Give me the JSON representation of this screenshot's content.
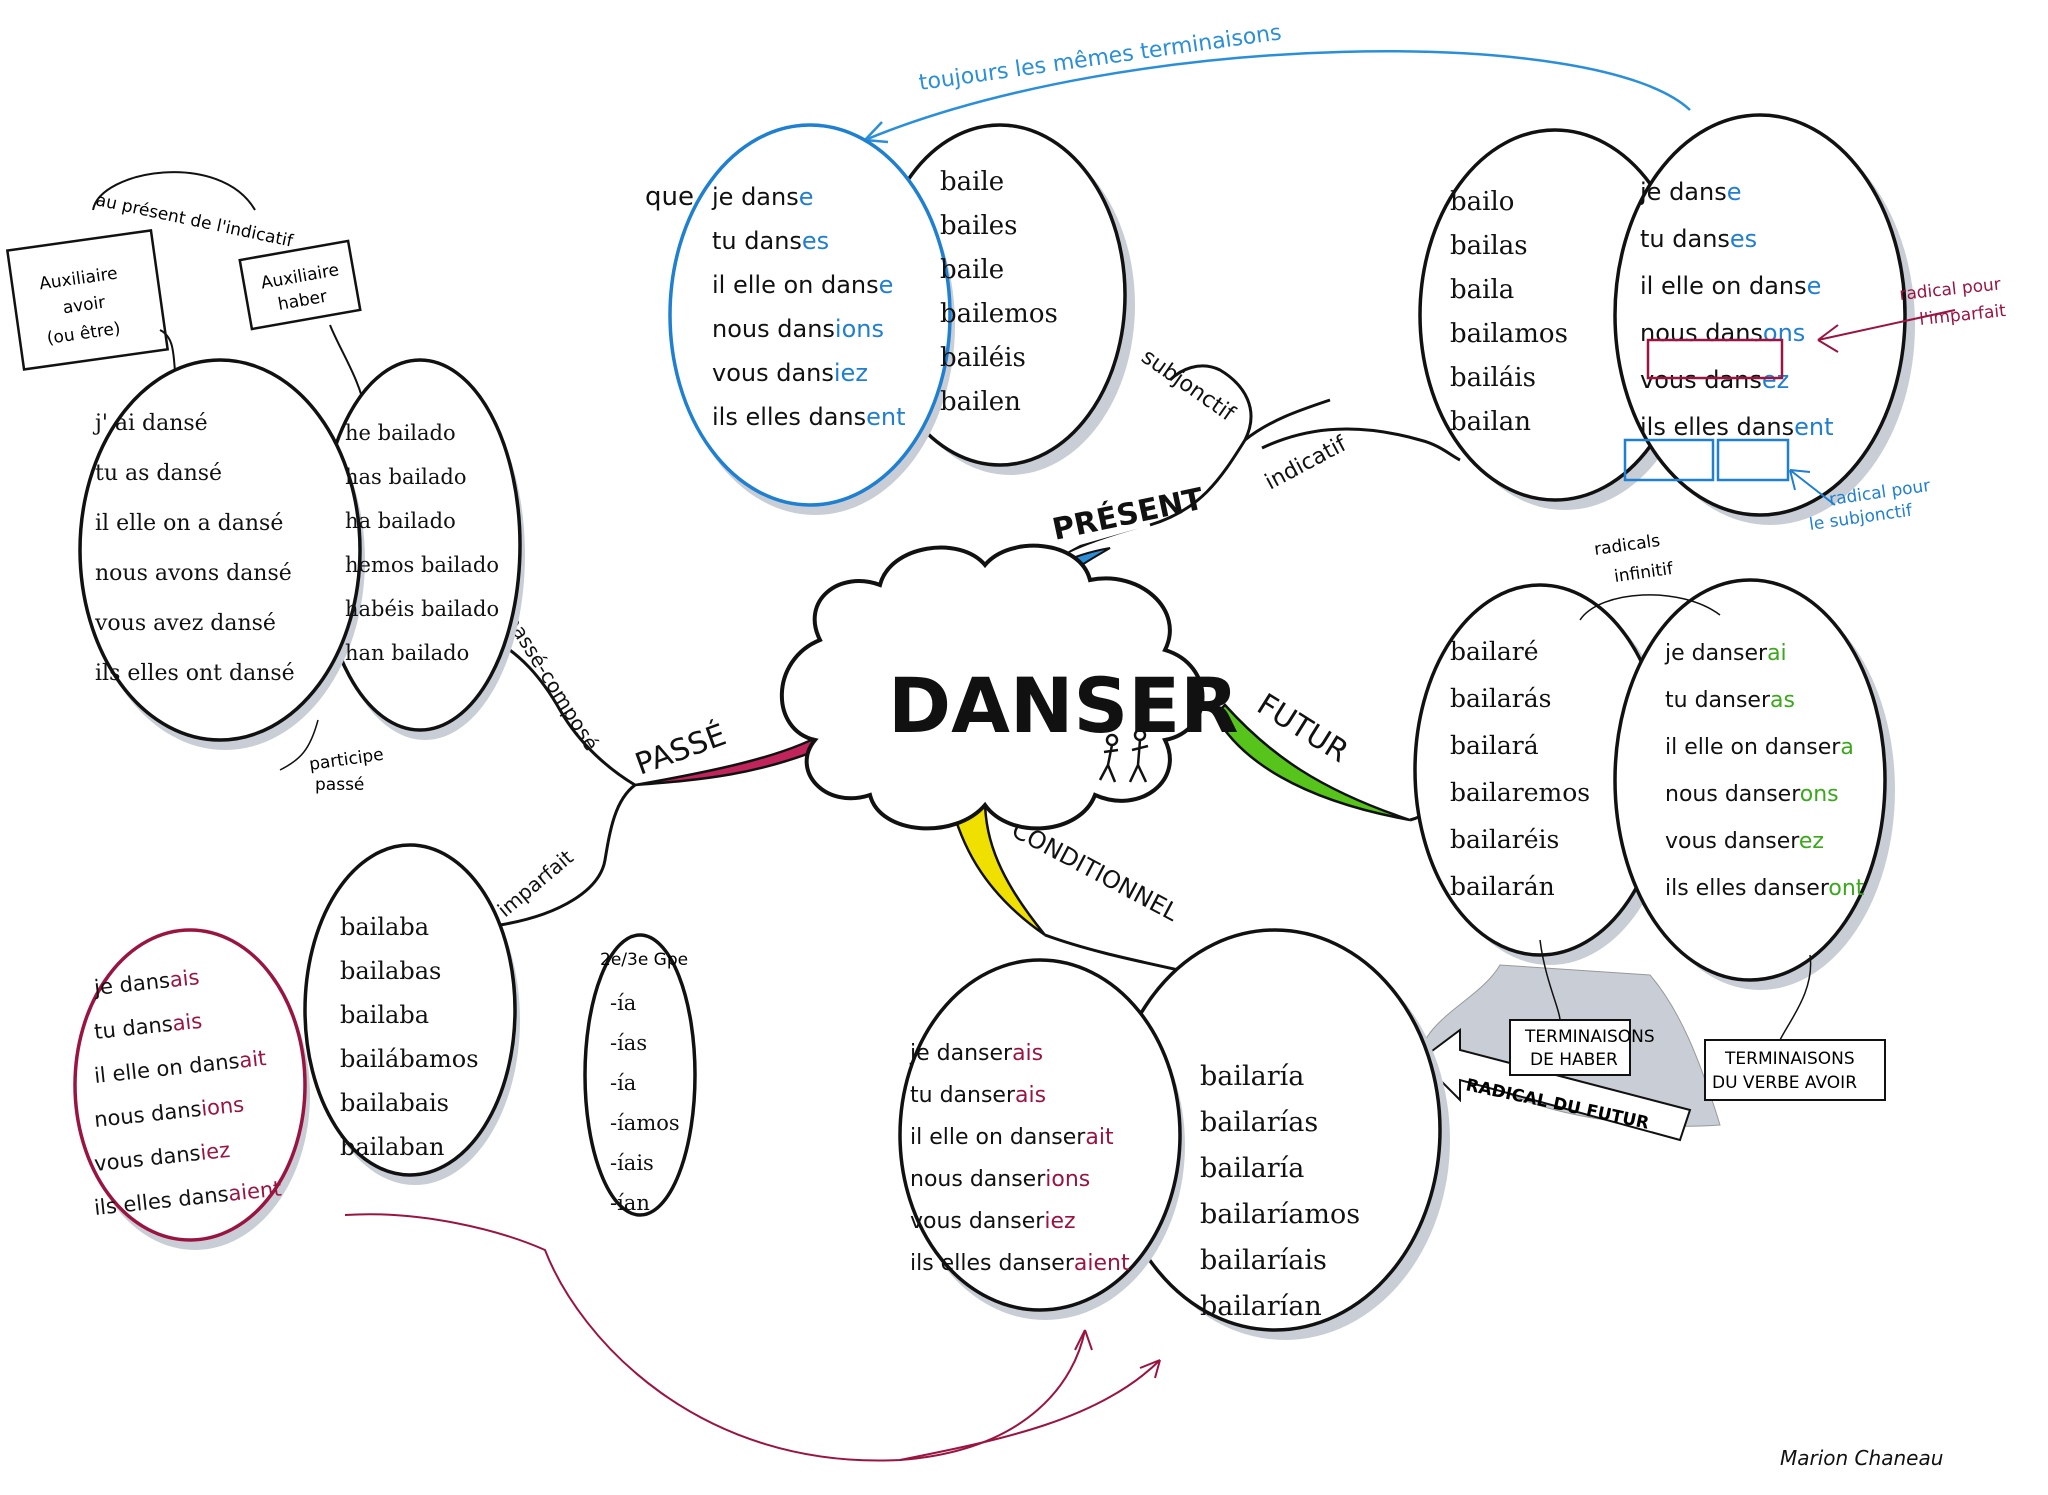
{
  "center": {
    "title": "DANSER"
  },
  "colors": {
    "present": "#2a8fd8",
    "passe": "#c0245a",
    "futur": "#56c41a",
    "conditionnel": "#f0e000",
    "imparfait": "#9a1440",
    "subjonctif_endings": "#1f7fd0",
    "indicatif_endings": "#1f7fd0",
    "futur_endings": "#3aa81a",
    "cond_endings": "#9a1440"
  },
  "branches": {
    "present": "PRÉSENT",
    "passe": "PASSÉ",
    "futur": "FUTUR",
    "conditionnel": "CONDITIONNEL",
    "subjonctif": "subjonctif",
    "indicatif": "indicatif",
    "passe_compose": "passé-composé",
    "imparfait": "imparfait"
  },
  "notes": {
    "toujours": "toujours les mêmes terminaisons",
    "radical_imparfait": [
      "radical pour",
      "l'imparfait"
    ],
    "radical_subjonctif": [
      "radical pour",
      "le subjonctif"
    ],
    "radicals_infinitif": [
      "radicals",
      "infinitif"
    ],
    "au_present": "au présent de l'indicatif",
    "participe": [
      "participe",
      "passé"
    ],
    "aux_avoir": [
      "Auxiliaire",
      "avoir",
      "(ou être)"
    ],
    "aux_haber": [
      "Auxiliaire",
      "haber"
    ],
    "term_haber": [
      "TERMINAISONS",
      "DE HABER"
    ],
    "term_avoir": [
      "TERMINAISONS",
      "DU VERBE AVOIR"
    ],
    "radical_futur": "RADICAL DU FUTUR",
    "gpe": "2e/3e Gpe",
    "que": "que",
    "signature": "Marion Chaneau"
  },
  "subjonctif": {
    "fr": [
      {
        "p": "je",
        "stem": "dans",
        "end": "e"
      },
      {
        "p": "tu",
        "stem": "dans",
        "end": "es"
      },
      {
        "p": "il elle on",
        "stem": "dans",
        "end": "e"
      },
      {
        "p": "nous",
        "stem": "dans",
        "end": "ions"
      },
      {
        "p": "vous",
        "stem": "dans",
        "end": "iez"
      },
      {
        "p": "ils elles",
        "stem": "dans",
        "end": "ent"
      }
    ],
    "es": [
      "baile",
      "bailes",
      "baile",
      "bailemos",
      "bailéis",
      "bailen"
    ]
  },
  "indicatif": {
    "es": [
      "bailo",
      "bailas",
      "baila",
      "bailamos",
      "bailáis",
      "bailan"
    ],
    "fr": [
      {
        "p": "je",
        "stem": "dans",
        "end": "e"
      },
      {
        "p": "tu",
        "stem": "dans",
        "end": "es"
      },
      {
        "p": "il elle on",
        "stem": "dans",
        "end": "e"
      },
      {
        "p": "nous",
        "stem": "dans",
        "end": "ons"
      },
      {
        "p": "vous",
        "stem": "dans",
        "end": "ez"
      },
      {
        "p": "ils elles",
        "stem": "dans",
        "end": "ent"
      }
    ]
  },
  "passe_compose": {
    "fr": [
      "j' ai dansé",
      "tu as dansé",
      "il elle on a dansé",
      "nous avons dansé",
      "vous avez dansé",
      "ils elles ont dansé"
    ],
    "es": [
      "he bailado",
      "has bailado",
      "ha bailado",
      "hemos bailado",
      "habéis bailado",
      "han bailado"
    ]
  },
  "futur": {
    "es": [
      "bailaré",
      "bailarás",
      "bailará",
      "bailaremos",
      "bailaréis",
      "bailarán"
    ],
    "fr": [
      {
        "p": "je",
        "stem": "danser",
        "end": "ai"
      },
      {
        "p": "tu",
        "stem": "danser",
        "end": "as"
      },
      {
        "p": "il elle on",
        "stem": "danser",
        "end": "a"
      },
      {
        "p": "nous",
        "stem": "danser",
        "end": "ons"
      },
      {
        "p": "vous",
        "stem": "danser",
        "end": "ez"
      },
      {
        "p": "ils elles",
        "stem": "danser",
        "end": "ont"
      }
    ]
  },
  "imparfait": {
    "fr": [
      {
        "p": "je",
        "stem": "dans",
        "end": "ais"
      },
      {
        "p": "tu",
        "stem": "dans",
        "end": "ais"
      },
      {
        "p": "il elle on",
        "stem": "dans",
        "end": "ait"
      },
      {
        "p": "nous",
        "stem": "dans",
        "end": "ions"
      },
      {
        "p": "vous",
        "stem": "dans",
        "end": "iez"
      },
      {
        "p": "ils elles",
        "stem": "dans",
        "end": "aient"
      }
    ],
    "es": [
      "bailaba",
      "bailabas",
      "bailaba",
      "bailábamos",
      "bailabais",
      "bailaban"
    ],
    "endings": [
      "-ía",
      "-ías",
      "-ía",
      "-íamos",
      "-íais",
      "-ían"
    ]
  },
  "conditionnel": {
    "fr": [
      {
        "p": "je",
        "stem": "danser",
        "end": "ais"
      },
      {
        "p": "tu",
        "stem": "danser",
        "end": "ais"
      },
      {
        "p": "il elle on",
        "stem": "danser",
        "end": "ait"
      },
      {
        "p": "nous",
        "stem": "danser",
        "end": "ions"
      },
      {
        "p": "vous",
        "stem": "danser",
        "end": "iez"
      },
      {
        "p": "ils elles",
        "stem": "danser",
        "end": "aient"
      }
    ],
    "es": [
      "bailaría",
      "bailarías",
      "bailaría",
      "bailaríamos",
      "bailaríais",
      "bailarían"
    ]
  }
}
